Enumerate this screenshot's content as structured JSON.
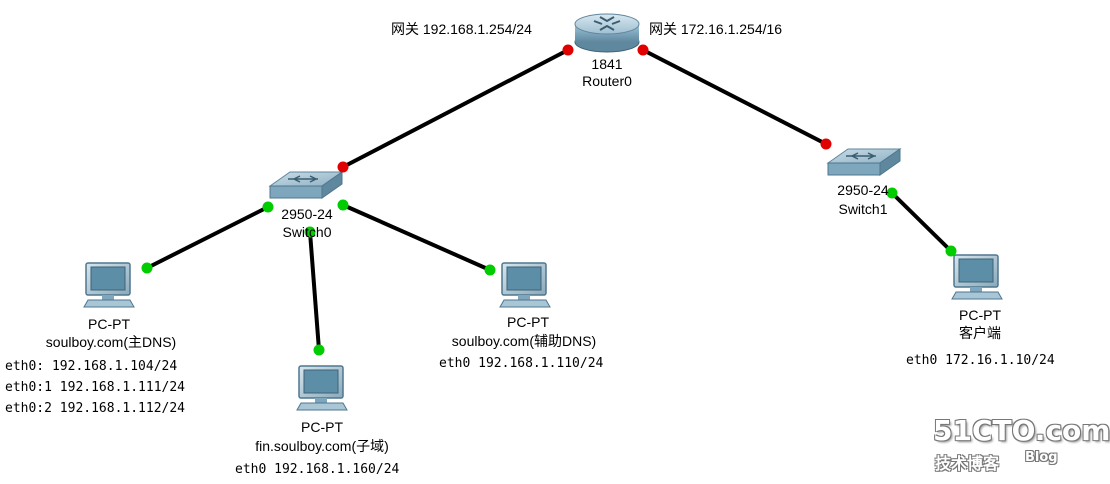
{
  "router": {
    "model": "1841",
    "name": "Router0",
    "gateway_left": "网关 192.168.1.254/24",
    "gateway_right": "网关 172.16.1.254/16"
  },
  "switch0": {
    "model": "2950-24",
    "name": "Switch0"
  },
  "switch1": {
    "model": "2950-24",
    "name": "Switch1"
  },
  "pc_main": {
    "type": "PC-PT",
    "role": "soulboy.com(主DNS)",
    "ip_lines": [
      "eth0:  192.168.1.104/24",
      "eth0:1 192.168.1.111/24",
      "eth0:2 192.168.1.112/24"
    ]
  },
  "pc_sub": {
    "type": "PC-PT",
    "role": "fin.soulboy.com(子域)",
    "ip": "eth0 192.168.1.160/24"
  },
  "pc_aux": {
    "type": "PC-PT",
    "role": "soulboy.com(辅助DNS)",
    "ip": "eth0 192.168.1.110/24"
  },
  "pc_client": {
    "type": "PC-PT",
    "role": "客户端",
    "ip": "eth0 172.16.1.10/24"
  },
  "watermark": {
    "brand": "51CTO.com",
    "sub": "技术博客",
    "blog": "Blog"
  },
  "colors": {
    "link": "#000000",
    "port_down": "#e00000",
    "port_up": "#00cc00"
  },
  "icons": [
    "router-icon",
    "switch-icon",
    "pc-icon"
  ]
}
